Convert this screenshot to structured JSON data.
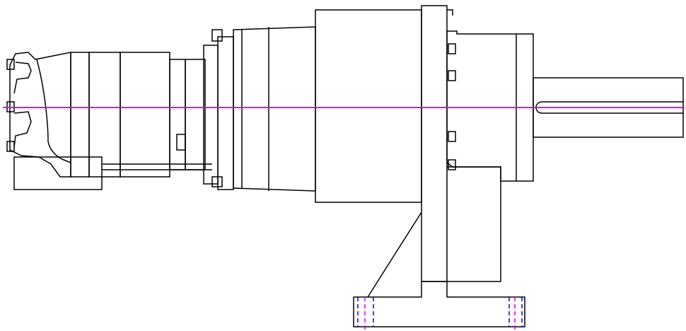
{
  "drawing": {
    "colors": {
      "background": "#ffffff",
      "outline": "#000000",
      "centerline": "#e000e0",
      "hidden_line_blue": "#0000ff",
      "hidden_line_magenta": "#e000e0"
    },
    "line_styles": {
      "outline": "solid",
      "centerline": "solid",
      "bolt_holes": "dashed"
    }
  }
}
